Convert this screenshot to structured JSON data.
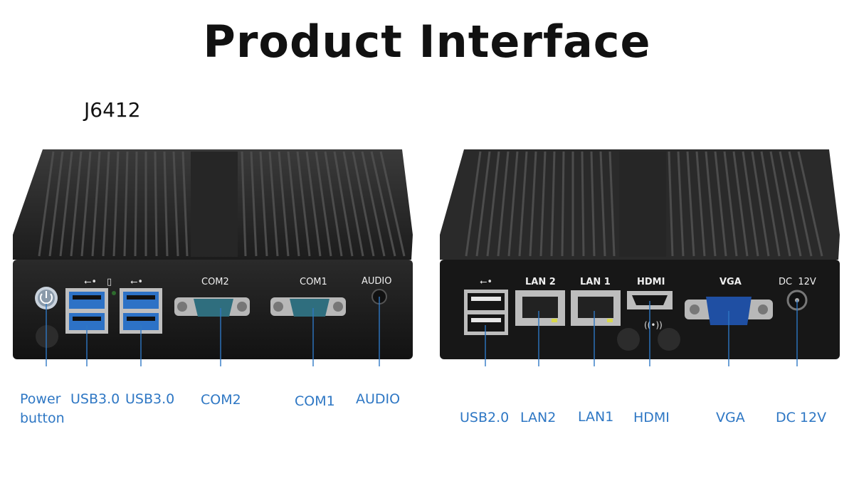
{
  "title": "Product Interface",
  "model": "J6412",
  "accent_color": "#2e77c4",
  "front": {
    "port_labels": {
      "com2": "COM2",
      "com1": "COM1",
      "audio": "AUDIO"
    },
    "callouts": {
      "power": "Power button",
      "usb_a": "USB3.0",
      "usb_b": "USB3.0",
      "com2": "COM2",
      "com1": "COM1",
      "audio": "AUDIO"
    }
  },
  "rear": {
    "port_labels": {
      "lan2": "LAN 2",
      "lan1": "LAN 1",
      "hdmi": "HDMI",
      "vga": "VGA",
      "dc": "DC  12V"
    },
    "callouts": {
      "usb": "USB2.0",
      "lan2": "LAN2",
      "lan1": "LAN1",
      "hdmi": "HDMI",
      "vga": "VGA",
      "dc": "DC 12V"
    }
  }
}
